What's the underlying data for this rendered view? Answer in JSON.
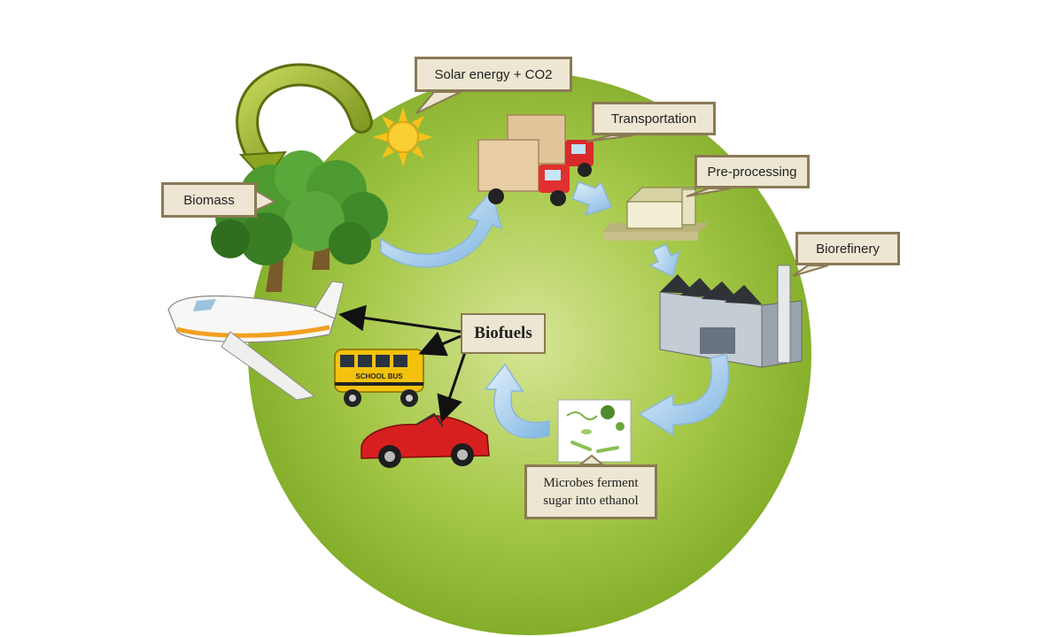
{
  "labels": {
    "solar": "Solar energy + CO2",
    "transportation": "Transportation",
    "preprocessing": "Pre-processing",
    "biomass": "Biomass",
    "biorefinery": "Biorefinery",
    "biofuels": "Biofuels",
    "microbes": "Microbes ferment sugar into ethanol",
    "bus_text": "SCHOOL BUS"
  },
  "colors": {
    "globe_center": "#cfe08a",
    "globe_edge": "#7fae28",
    "arrow_blue": "#9cc8ec",
    "label_bg": "#ece6d2",
    "label_border": "#8a7a55",
    "cycle_arrow": "#9db532"
  },
  "icons": [
    "sun-icon",
    "tree-icon",
    "truck-icon",
    "preprocessing-plant-icon",
    "factory-icon",
    "microbes-icon",
    "airplane-icon",
    "school-bus-icon",
    "car-icon"
  ]
}
